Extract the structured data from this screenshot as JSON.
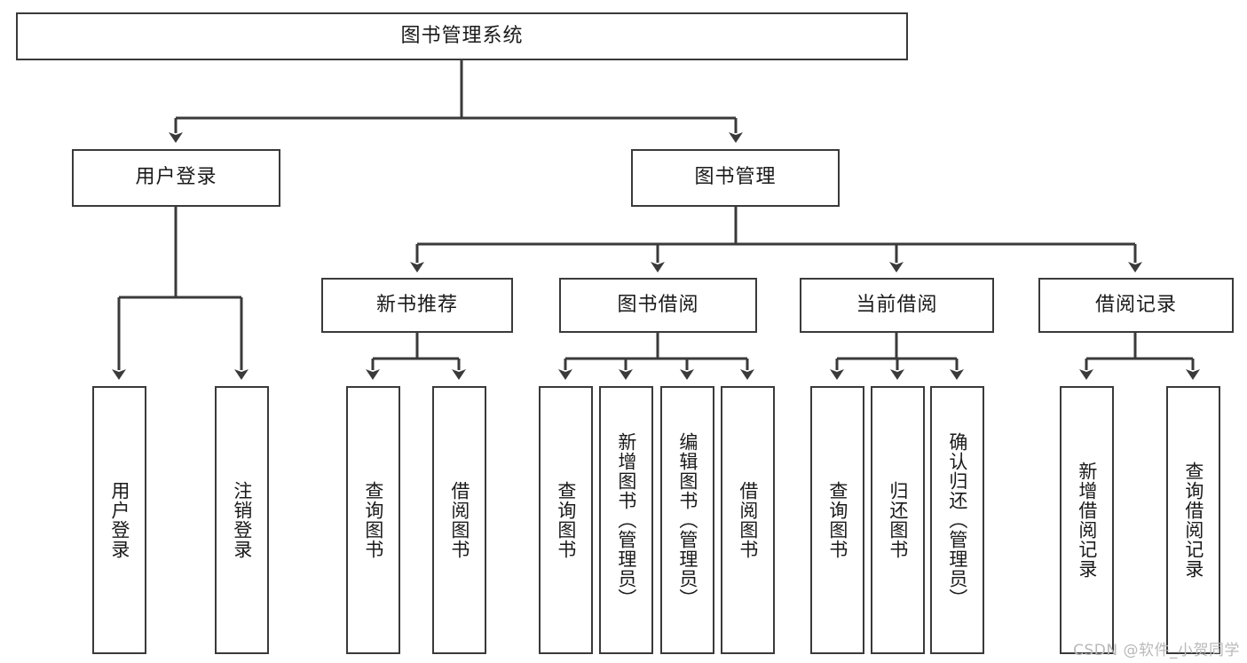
{
  "diagram": {
    "title": "图书管理系统",
    "type": "tree",
    "watermark": "CSDN @软件_小贺同学",
    "colors": {
      "border": "#3a3a3a",
      "fill": "#ffffff",
      "edge": "#3a3a3a",
      "text": "#1a1a1a",
      "watermark": "#b9b9b9"
    },
    "nodes": {
      "root": {
        "label": "图书管理系统"
      },
      "level2": [
        {
          "id": "user-login",
          "label": "用户登录"
        },
        {
          "id": "book-manage",
          "label": "图书管理"
        }
      ],
      "level3": [
        {
          "id": "new-book-recommend",
          "label": "新书推荐"
        },
        {
          "id": "book-borrow",
          "label": "图书借阅"
        },
        {
          "id": "current-borrow",
          "label": "当前借阅"
        },
        {
          "id": "borrow-record",
          "label": "借阅记录"
        }
      ],
      "leaves": {
        "user-login": [
          {
            "id": "leaf-user-login",
            "label": "用户登录"
          },
          {
            "id": "leaf-logout-login",
            "label": "注销登录"
          }
        ],
        "new-book-recommend": [
          {
            "id": "leaf-query-book-1",
            "label": "查询图书"
          },
          {
            "id": "leaf-borrow-book-1",
            "label": "借阅图书"
          }
        ],
        "book-borrow": [
          {
            "id": "leaf-query-book-2",
            "label": "查询图书"
          },
          {
            "id": "leaf-add-book",
            "label": "新增图书（管理员）"
          },
          {
            "id": "leaf-edit-book",
            "label": "编辑图书（管理员）"
          },
          {
            "id": "leaf-borrow-book-2",
            "label": "借阅图书"
          }
        ],
        "current-borrow": [
          {
            "id": "leaf-query-book-3",
            "label": "查询图书"
          },
          {
            "id": "leaf-return-book",
            "label": "归还图书"
          },
          {
            "id": "leaf-confirm-return",
            "label": "确认归还（管理员）"
          }
        ],
        "borrow-record": [
          {
            "id": "leaf-add-record",
            "label": "新增借阅记录"
          },
          {
            "id": "leaf-query-record",
            "label": "查询借阅记录"
          }
        ]
      }
    }
  }
}
